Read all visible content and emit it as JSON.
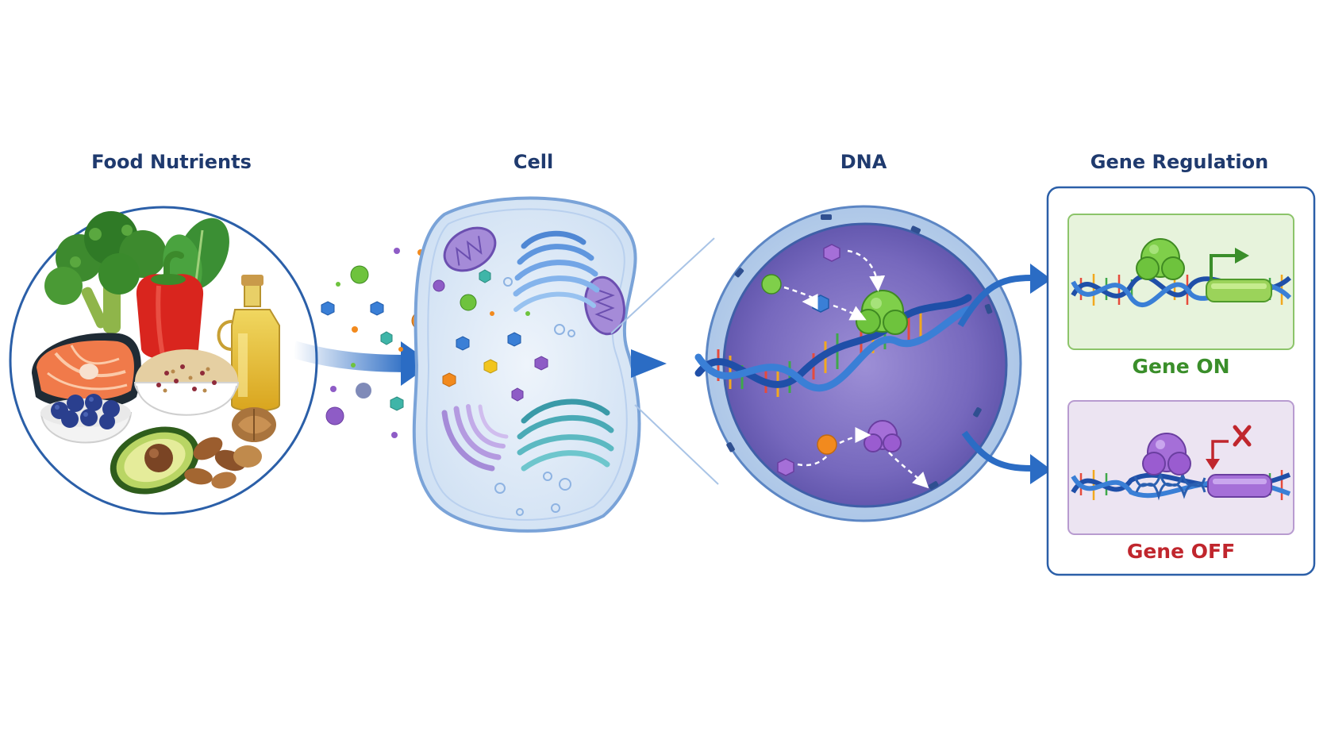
{
  "headings": {
    "food": "Food Nutrients",
    "cell": "Cell",
    "dna": "DNA",
    "gene": "Gene Regulation"
  },
  "states": {
    "on": "Gene ON",
    "off": "Gene OFF"
  },
  "icons": [
    "broccoli-icon",
    "bell-pepper-icon",
    "salmon-icon",
    "quinoa-bowl-icon",
    "olive-oil-bottle-icon",
    "blueberry-bowl-icon",
    "avocado-icon",
    "nut-pile-icon",
    "mitochondrion-icon",
    "golgi-icon",
    "endoplasmic-reticulum-icon",
    "dna-helix-icon",
    "activator-protein-icon",
    "repressor-protein-icon",
    "gene-arrow-icon",
    "gene-block-icon",
    "cross-icon"
  ],
  "colors": {
    "heading": "#1f3a6e",
    "arrow": "#2b6cc4",
    "gene_on": "#3a8e2a",
    "gene_off": "#c0262d",
    "on_panel": "#e7f3dc",
    "off_panel": "#ece4f2",
    "cell": "#e2ecf8",
    "nucleus": "#7d6fc0"
  }
}
